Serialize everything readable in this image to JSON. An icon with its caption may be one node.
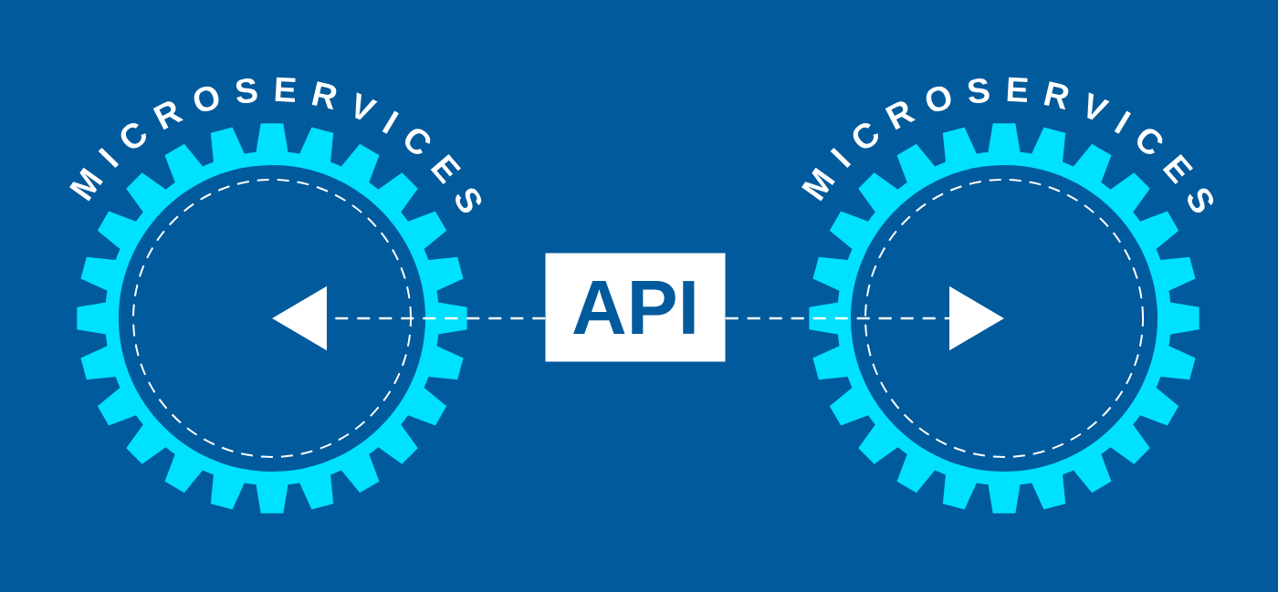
{
  "diagram": {
    "nodes": [
      {
        "text": [
          "MICROSERVICES"
        ]
      },
      {
        "text": [
          "MICROSERVICES"
        ]
      },
      {
        "text": [
          "API"
        ]
      }
    ],
    "edges": [
      {
        "from": 2,
        "to": 0,
        "arrow": "to",
        "style": "dashed"
      },
      {
        "from": 2,
        "to": 1,
        "arrow": "to",
        "style": "dashed"
      }
    ]
  }
}
